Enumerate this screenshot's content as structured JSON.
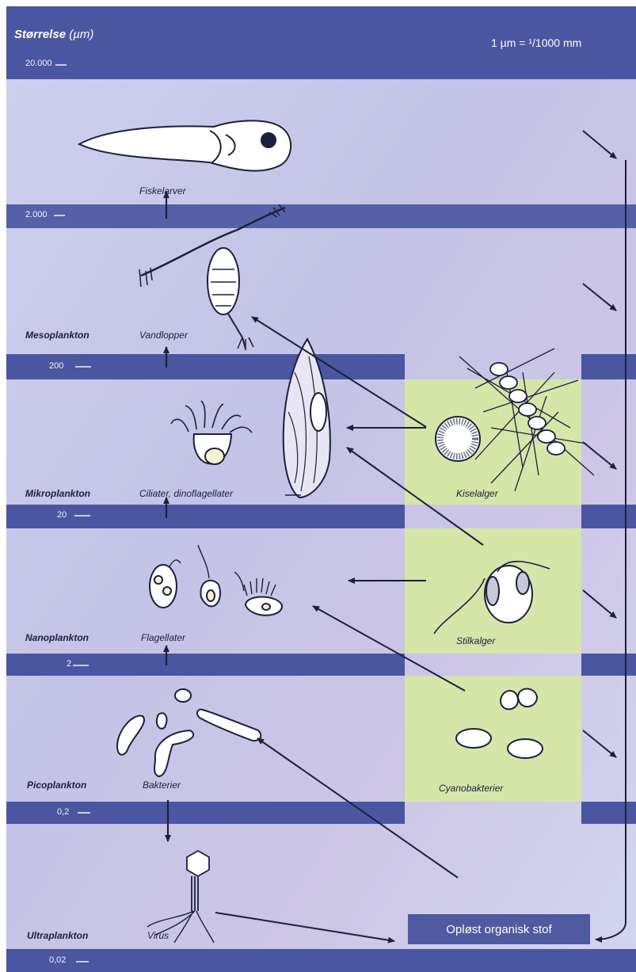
{
  "header": {
    "title_bold": "Størrelse",
    "title_rest": " (µm)",
    "unit_note": "1 µm = ¹/1000 mm"
  },
  "scale_labels": [
    "20.000",
    "2.000",
    "200",
    "20",
    "2",
    "0,2",
    "0,02"
  ],
  "classes": {
    "meso": "Mesoplankton",
    "mikro": "Mikroplankton",
    "nano": "Nanoplankton",
    "pico": "Picoplankton",
    "ultra": "Ultraplankton"
  },
  "groups": {
    "fish": "Fiskelarver",
    "copepods": "Vandlopper",
    "ciliates": "Ciliater, dinoflagellater",
    "flagellates": "Flagellater",
    "bacteria": "Bakterier",
    "virus": "Virus"
  },
  "algae": {
    "diatoms": "Kiselalger",
    "stalked": "Stilkalger",
    "cyano": "Cyanobakterier"
  },
  "dissolved_organic_matter": "Opløst organisk stof",
  "colors": {
    "band_dark": "#4b56a0",
    "background": "#c6c9e6",
    "green_box": "#d6e6a8",
    "ink": "#1c1f3e"
  }
}
